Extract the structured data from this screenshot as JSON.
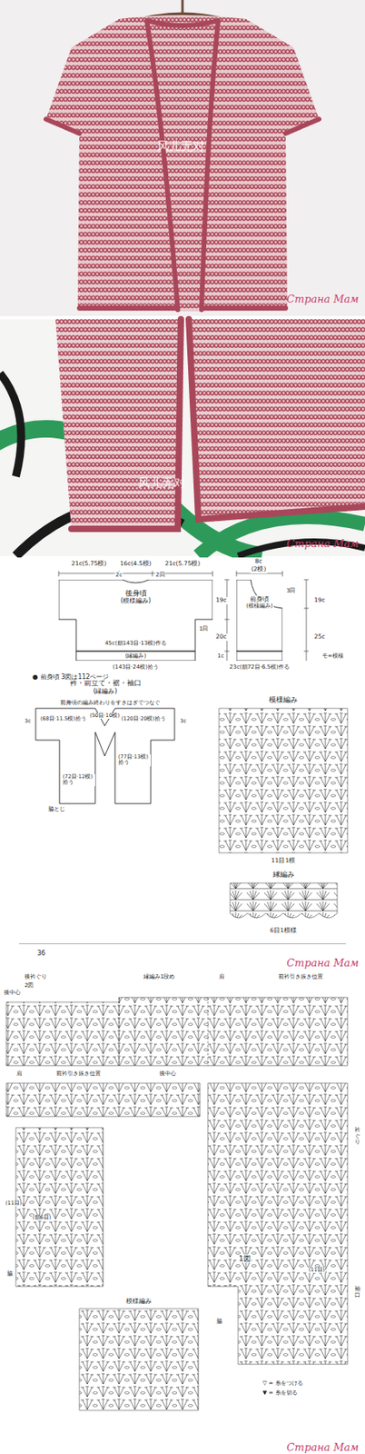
{
  "diagram": {
    "nodes": [
      {
        "text": [
          "後身頃",
          "(模様編み)"
        ]
      },
      {
        "text": [
          "前身頃",
          "(模様編み)"
        ]
      },
      {
        "text": [
          "衿・前立て・裾・袖口",
          "(縁編み)"
        ]
      }
    ],
    "labels": [
      "风儿无对",
      "Страна Мам",
      "风儿无对",
      "Страна Мам",
      "21c(5.75模)",
      "16c(4.5模)",
      "21c(5.75模)",
      "8c",
      "(2模)",
      "2c",
      "2回",
      "1回",
      "19c",
      "20c",
      "1c",
      "45c(鎖143目·13模)作る",
      "(縁編み)",
      "(143目·24模)拾う",
      "3回",
      "19c",
      "25c",
      "23c(鎖72目·6.5模)作る",
      "モ=模様",
      "● 前身頃 3図は112ページ",
      "前身頃の編み終わりをすきはぎでつなぐ",
      "(68目·11.5模)拾う",
      "(50目·10模)",
      "(120目·20模)拾う",
      "(77目·13模)拾う",
      "(72目·12模)拾う",
      "脇とじ",
      "3c",
      "3c",
      "模様編み",
      "11目1模",
      "縁編み",
      "6目1模様",
      "36",
      "Страна Мам",
      "後衿ぐり",
      "2図",
      "後中心",
      "縁編み1段め",
      "肩",
      "前衿引き抜き位置",
      "肩",
      "前衿引き抜き位置",
      "後中心",
      "衿ぐり",
      "1図",
      "(11目)",
      "脇",
      "(11目)",
      "(鎖6目)",
      "脇",
      "模様編み",
      "袖口",
      "▽ = 糸をつける",
      "▼ = 糸を切る",
      "Страна Мам"
    ]
  }
}
